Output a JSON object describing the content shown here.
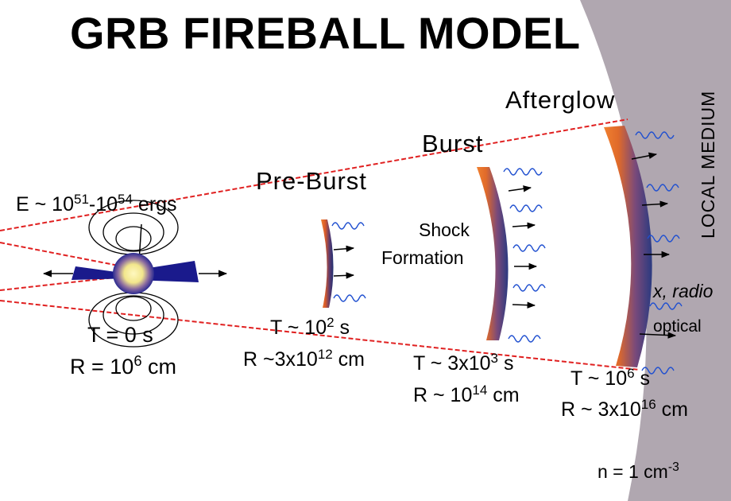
{
  "title": "GRB FIREBALL MODEL",
  "energy": {
    "prefix": "E ~ 10",
    "exp1": "51",
    "mid": "-10",
    "exp2": "54",
    "suffix": " ergs"
  },
  "stages": {
    "preburst": "Pre-Burst",
    "burst": "Burst",
    "afterglow": "Afterglow"
  },
  "shock_formation": [
    "Shock",
    "Formation"
  ],
  "local_medium": "LOCAL MEDIUM",
  "emission": {
    "xradio": "x, radio",
    "optical": "optical"
  },
  "times": {
    "t0": {
      "t": "T = 0 s",
      "r_base": "R = 10",
      "r_exp": "6",
      "r_unit": " cm"
    },
    "t1": {
      "t_base": "T ~ 10",
      "t_exp": "2",
      "t_unit": " s",
      "r_base": "R ~3x10",
      "r_exp": "12",
      "r_unit": " cm"
    },
    "t2": {
      "t_base": "T ~ 3x10",
      "t_exp": "3",
      "t_unit": " s",
      "r_base": "R ~ 10",
      "r_exp": "14",
      "r_unit": " cm"
    },
    "t3": {
      "t_base": "T ~ 10",
      "t_exp": "6",
      "t_unit": " s",
      "r_base": "R ~ 3x10",
      "r_exp": "16",
      "r_unit": " cm"
    }
  },
  "density": {
    "base": "n = 1 cm",
    "exp": "-3"
  },
  "colors": {
    "medium": "#b0a7b0",
    "cone_line": "#e02020",
    "jet": "#1a1a8c",
    "core": "#f2e68c",
    "shell_outer": "#f08030",
    "shell_inner": "#203070",
    "wave": "#2050d0"
  }
}
